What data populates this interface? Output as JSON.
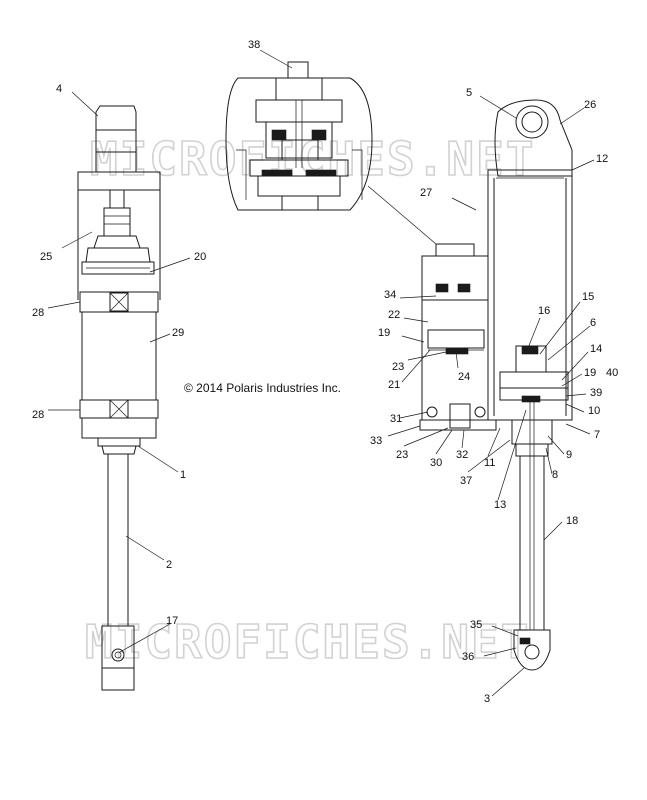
{
  "watermark": "MICROFICHES.NET",
  "copyright": "© 2014 Polaris Industries Inc.",
  "callouts": {
    "c1": "1",
    "c2": "2",
    "c3": "3",
    "c4": "4",
    "c5": "5",
    "c6": "6",
    "c7": "7",
    "c8": "8",
    "c9": "9",
    "c10": "10",
    "c11": "11",
    "c12": "12",
    "c13": "13",
    "c14": "14",
    "c15": "15",
    "c16": "16",
    "c17": "17",
    "c18": "18",
    "c19a": "19",
    "c19b": "19",
    "c20": "20",
    "c21": "21",
    "c22": "22",
    "c23a": "23",
    "c23b": "23",
    "c24": "24",
    "c25": "25",
    "c26": "26",
    "c27": "27",
    "c28a": "28",
    "c28b": "28",
    "c29": "29",
    "c30": "30",
    "c31": "31",
    "c32": "32",
    "c33": "33",
    "c34": "34",
    "c35": "35",
    "c36": "36",
    "c37": "37",
    "c38": "38",
    "c39": "39",
    "c40": "40"
  }
}
